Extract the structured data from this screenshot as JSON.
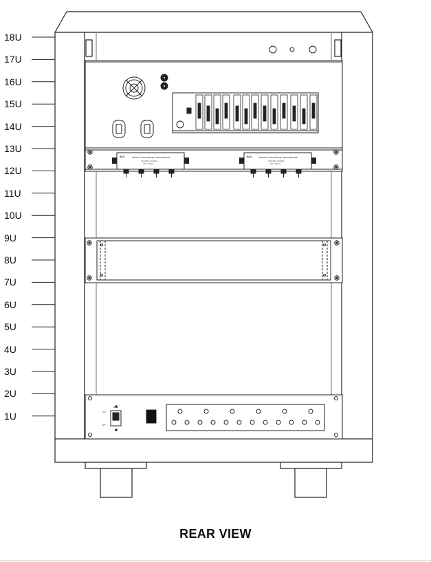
{
  "caption": "REAR VIEW",
  "rack_units": [
    "18U",
    "17U",
    "16U",
    "15U",
    "14U",
    "13U",
    "12U",
    "11U",
    "10U",
    "9U",
    "8U",
    "7U",
    "6U",
    "5U",
    "4U",
    "3U",
    "2U",
    "1U"
  ],
  "splitter_units": [
    {
      "logo": "ACL",
      "company": "Apollo Computing Laboratories",
      "line1": "Satellite Splitter",
      "line2": "ACL-SP-04"
    },
    {
      "logo": "ACL",
      "company": "Apollo Computing Laboratories",
      "line1": "Satellite Splitter",
      "line2": "ACL-SP-04"
    }
  ],
  "power_panel": {
    "switch_label_top": "MAIN",
    "switch_label_on": "ON",
    "switch_label_off": "OFF"
  }
}
